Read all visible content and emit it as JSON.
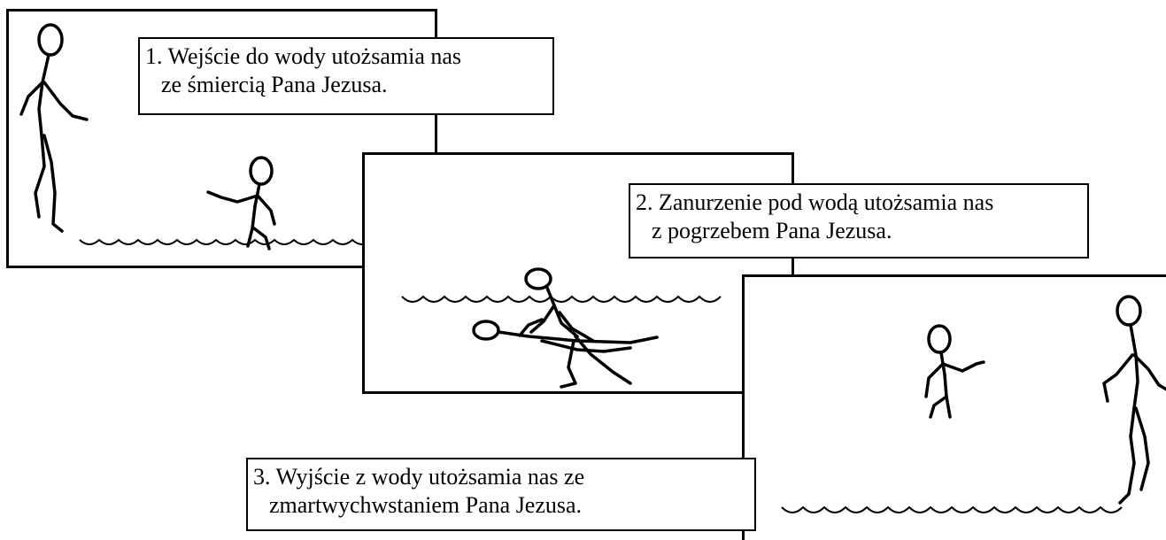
{
  "steps": [
    {
      "line1": "1. Wejście do wody utożsamia nas",
      "line2": "ze śmiercią Pana Jezusa."
    },
    {
      "line1": "2. Zanurzenie pod wodą utożsamia nas",
      "line2": "z pogrzebem Pana Jezusa."
    },
    {
      "line1": "3. Wyjście z wody utożsamia nas ze",
      "line2": "zmartwychwstaniem Pana Jezusa."
    }
  ],
  "colors": {
    "ink": "#000000",
    "background": "#ffffff"
  }
}
